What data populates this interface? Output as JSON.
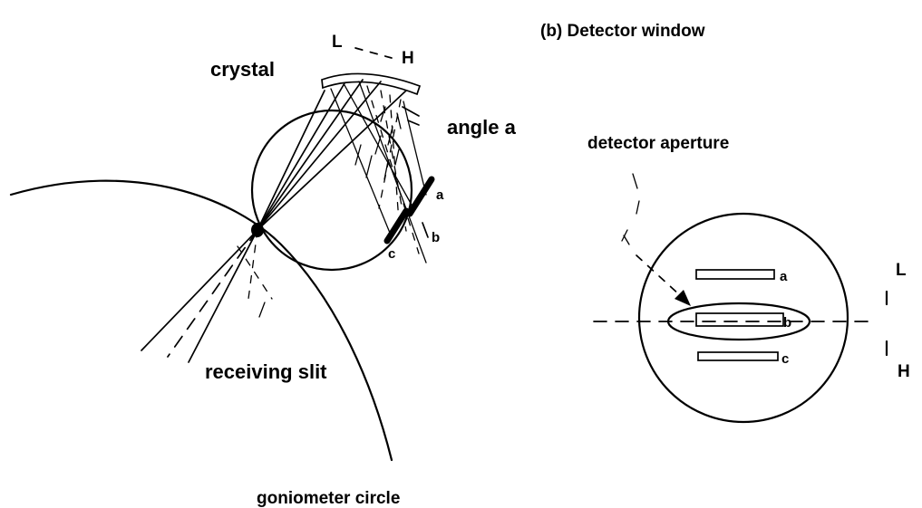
{
  "labels": {
    "crystal": "crystal",
    "angle": "angle a",
    "receiving_slit": "receiving slit",
    "goniometer_circle": "goniometer circle",
    "panel_b_title": "(b) Detector window",
    "detector_aperture": "detector aperture",
    "L_top": "L",
    "H_top": "H",
    "L_right": "L",
    "H_right": "H",
    "slit_a": "a",
    "slit_b": "b",
    "slit_c": "c",
    "win_a": "a",
    "win_b": "b",
    "win_c": "c"
  },
  "colors": {
    "ink": "#000000",
    "paper": "#ffffff"
  }
}
